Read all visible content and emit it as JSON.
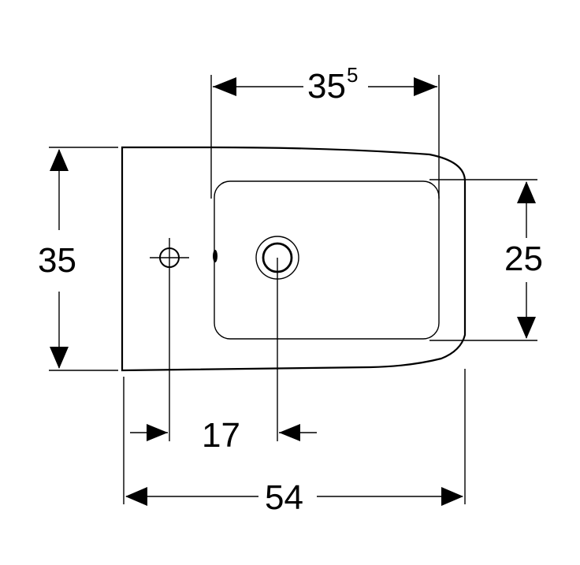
{
  "drawing": {
    "line_color": "#000000",
    "background": "#ffffff"
  },
  "dimensions": {
    "top_width": "35",
    "top_width_sup": "5",
    "overall_height": "35",
    "bowl_height": "25",
    "tap_to_outlet": "17",
    "overall_length": "54"
  }
}
